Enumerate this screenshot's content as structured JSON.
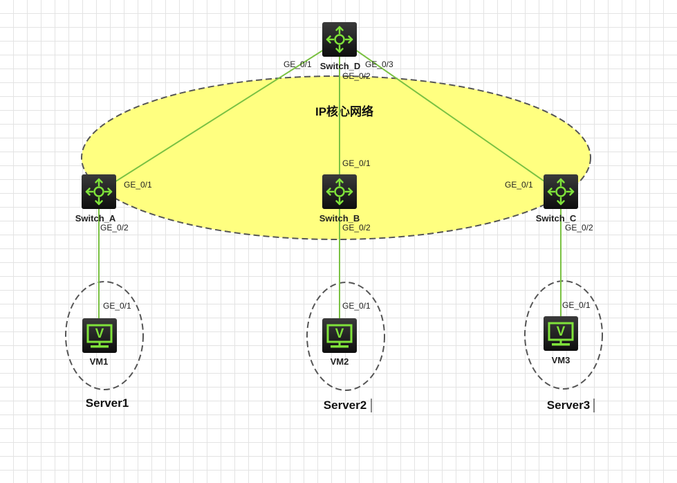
{
  "core_network": {
    "label": "IP核心网络",
    "fill": "#ffff80"
  },
  "switches": {
    "a": {
      "label": "Switch_A",
      "icon": "router-icon"
    },
    "b": {
      "label": "Switch_B",
      "icon": "router-icon"
    },
    "c": {
      "label": "Switch_C",
      "icon": "router-icon"
    },
    "d": {
      "label": "Switch_D",
      "icon": "router-icon"
    }
  },
  "vms": {
    "vm1": {
      "label": "VM1",
      "icon_glyph": "V"
    },
    "vm2": {
      "label": "VM2",
      "icon_glyph": "V"
    },
    "vm3": {
      "label": "VM3",
      "icon_glyph": "V"
    }
  },
  "servers": {
    "s1": {
      "label": "Server1"
    },
    "s2": {
      "label": "Server2"
    },
    "s3": {
      "label": "Server3"
    }
  },
  "ports": {
    "d_ge01": "GE_0/1",
    "d_ge02": "GE_0/2",
    "d_ge03": "GE_0/3",
    "a_ge01": "GE_0/1",
    "a_ge02": "GE_0/2",
    "b_ge01": "GE_0/1",
    "b_ge02": "GE_0/2",
    "c_ge01": "GE_0/1",
    "c_ge02": "GE_0/2",
    "vm1_ge01": "GE_0/1",
    "vm2_ge01": "GE_0/1",
    "vm3_ge01": "GE_0/1"
  },
  "colors": {
    "link": "#7ac143",
    "icon_green": "#7fe23a",
    "icon_dark": "#1c1c1c"
  }
}
